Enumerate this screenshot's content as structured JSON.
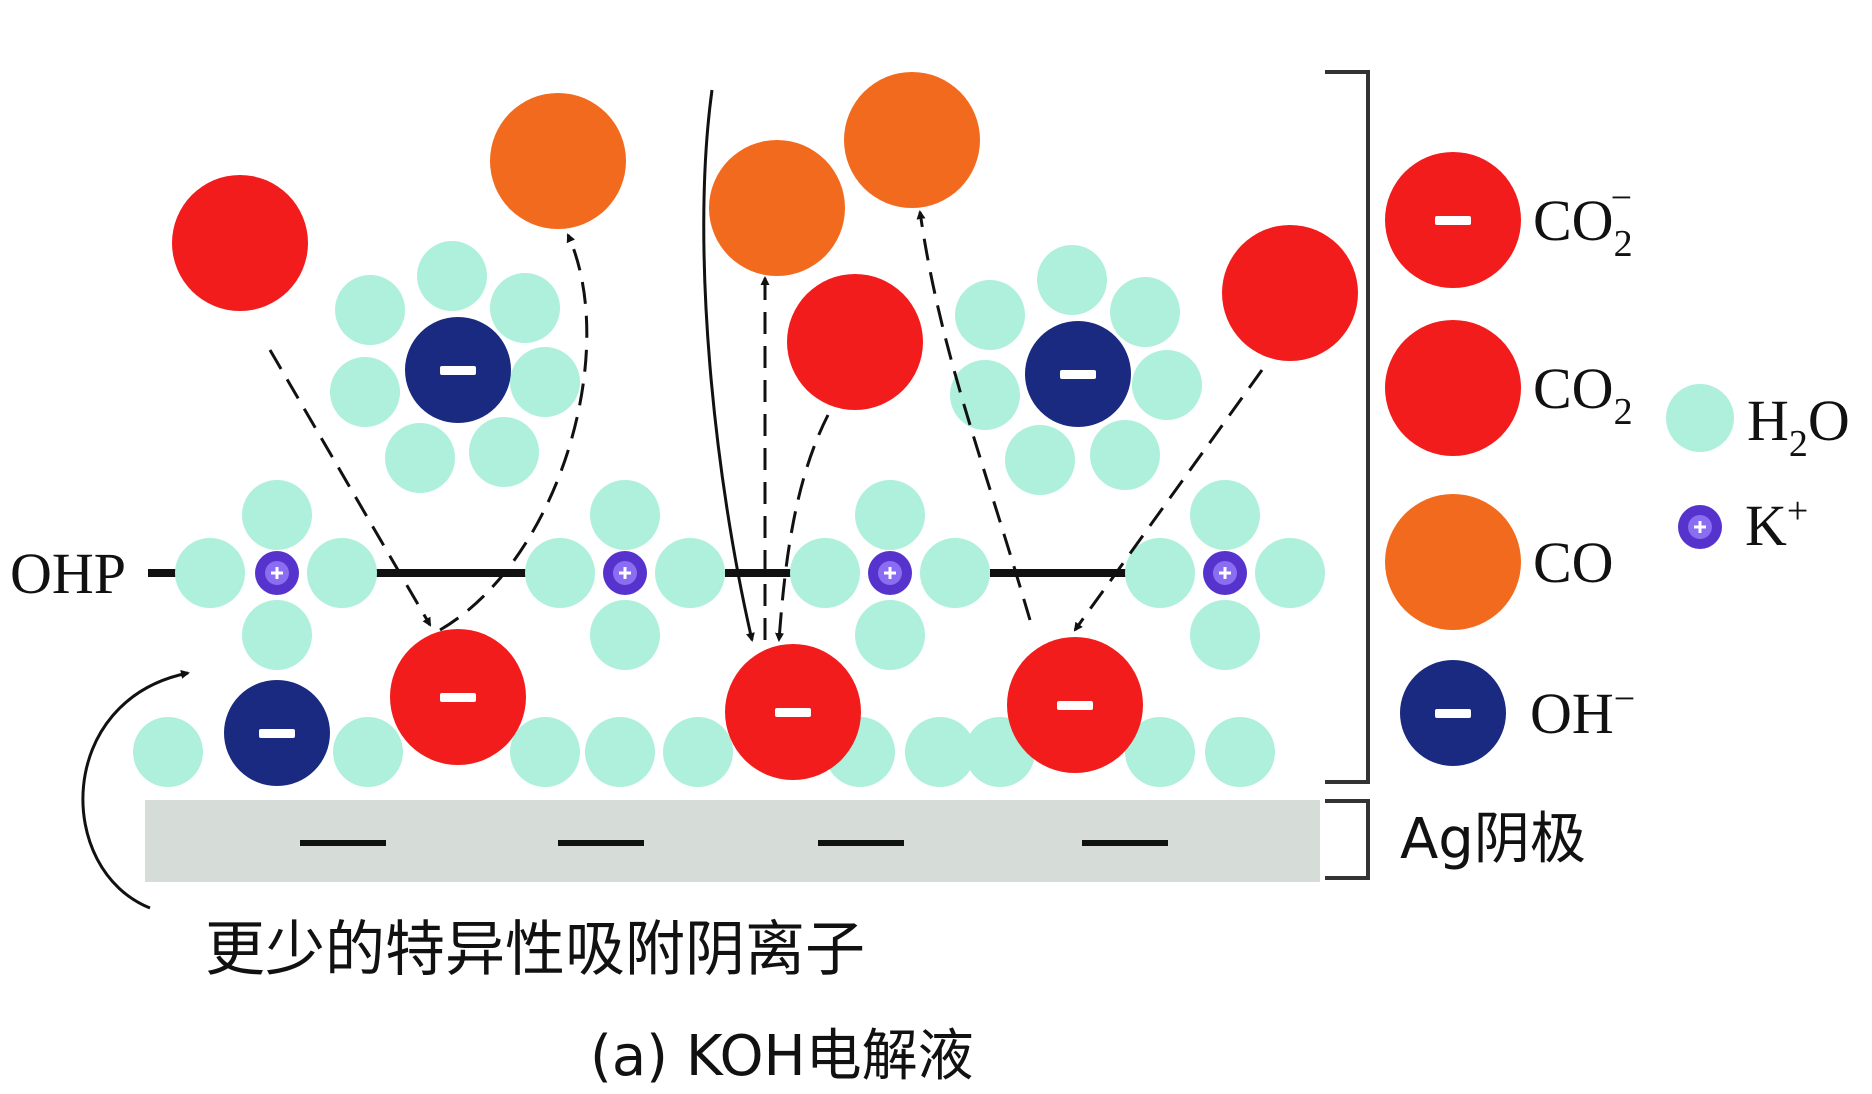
{
  "labels": {
    "ohp": "OHP",
    "electrode": "Ag阴极",
    "fewer_anions": "更少的特异性吸附阴离子",
    "caption": "(a) KOH电解液"
  },
  "legend": {
    "co2_anion": {
      "base": "CO",
      "sub": "2",
      "sup": "−"
    },
    "co2": {
      "base": "CO",
      "sub": "2"
    },
    "co": {
      "text": "CO"
    },
    "oh": {
      "base": "OH",
      "sup": "−"
    },
    "water": {
      "base": "H",
      "sub": "2",
      "tail": "O"
    },
    "potassium": {
      "base": "K",
      "sup": "+"
    }
  },
  "colors": {
    "co2_red": "#f21c1c",
    "co_orange": "#f26a1e",
    "oh_navy": "#1a2a80",
    "water_mint": "#aef0dc",
    "potassium_purple": "#5533cc",
    "electrode_gray": "#d6dcd8",
    "line_black": "#111111"
  }
}
